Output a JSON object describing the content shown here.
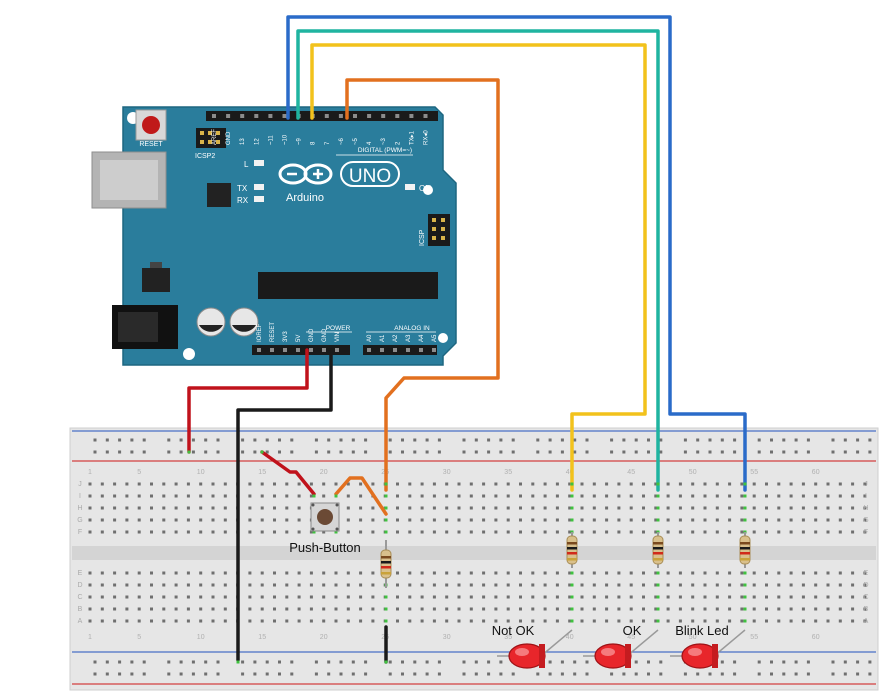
{
  "board": {
    "logo_word": "Arduino",
    "model": "UNO",
    "reset_label": "RESET",
    "icsp2_label": "ICSP2",
    "icsp_label": "ICSP",
    "led_l": "L",
    "led_tx": "TX",
    "led_rx": "RX",
    "led_on": "ON",
    "digital_label": "DIGITAL (PWM=~)",
    "power_label": "POWER",
    "analog_label": "ANALOG IN",
    "digital_pins": [
      "AREF",
      "GND",
      "13",
      "12",
      "~11",
      "~10",
      "~9",
      "8",
      "7",
      "~6",
      "~5",
      "4",
      "~3",
      "2",
      "TX▸1",
      "RX◂0"
    ],
    "power_pins": [
      "IOREF",
      "RESET",
      "3V3",
      "5V",
      "GND",
      "GND",
      "VIN"
    ],
    "analog_pins": [
      "A0",
      "A1",
      "A2",
      "A3",
      "A4",
      "A5"
    ]
  },
  "components": {
    "button_label": "Push-Button",
    "led_labels": [
      "Not OK",
      "OK",
      "Blink Led"
    ]
  },
  "breadboard": {
    "top_row_letters": [
      "J",
      "I",
      "H",
      "G",
      "F"
    ],
    "bottom_row_letters": [
      "E",
      "D",
      "C",
      "B",
      "A"
    ],
    "column_numbers": [
      "1",
      "5",
      "10",
      "15",
      "20",
      "25",
      "30",
      "35",
      "40",
      "45",
      "50",
      "55",
      "60"
    ]
  },
  "colors": {
    "board": "#2a7d9c",
    "wire_red": "#c0121b",
    "wire_black": "#1a1a1a",
    "wire_orange": "#e2701f",
    "wire_yellow": "#f2c21c",
    "wire_teal": "#1fb4a0",
    "wire_blue": "#2a6bc9",
    "led_red": "#e8262b"
  }
}
